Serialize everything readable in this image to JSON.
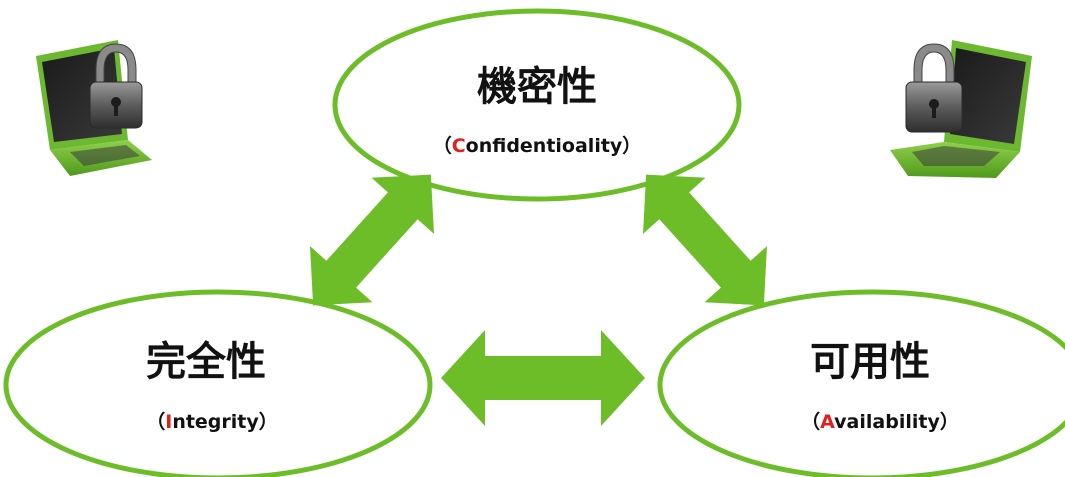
{
  "colors": {
    "accent_green": "#6dbd29",
    "letter_red": "#e0201c",
    "text": "#111111"
  },
  "nodes": {
    "confidentiality": {
      "title": "機密性",
      "open": "（",
      "initial": "C",
      "rest": "onfidentioality",
      "close": "）"
    },
    "integrity": {
      "title": "完全性",
      "open": "（",
      "initial": "I",
      "rest": "ntegrity",
      "close": "）"
    },
    "availability": {
      "title": "可用性",
      "open": "（",
      "initial": "A",
      "rest": "vailability",
      "close": "）"
    }
  },
  "icons": {
    "left": "laptop-padlock-icon",
    "right": "laptop-padlock-icon"
  },
  "arrows": [
    "bidirectional-arrow",
    "bidirectional-arrow",
    "bidirectional-arrow"
  ]
}
